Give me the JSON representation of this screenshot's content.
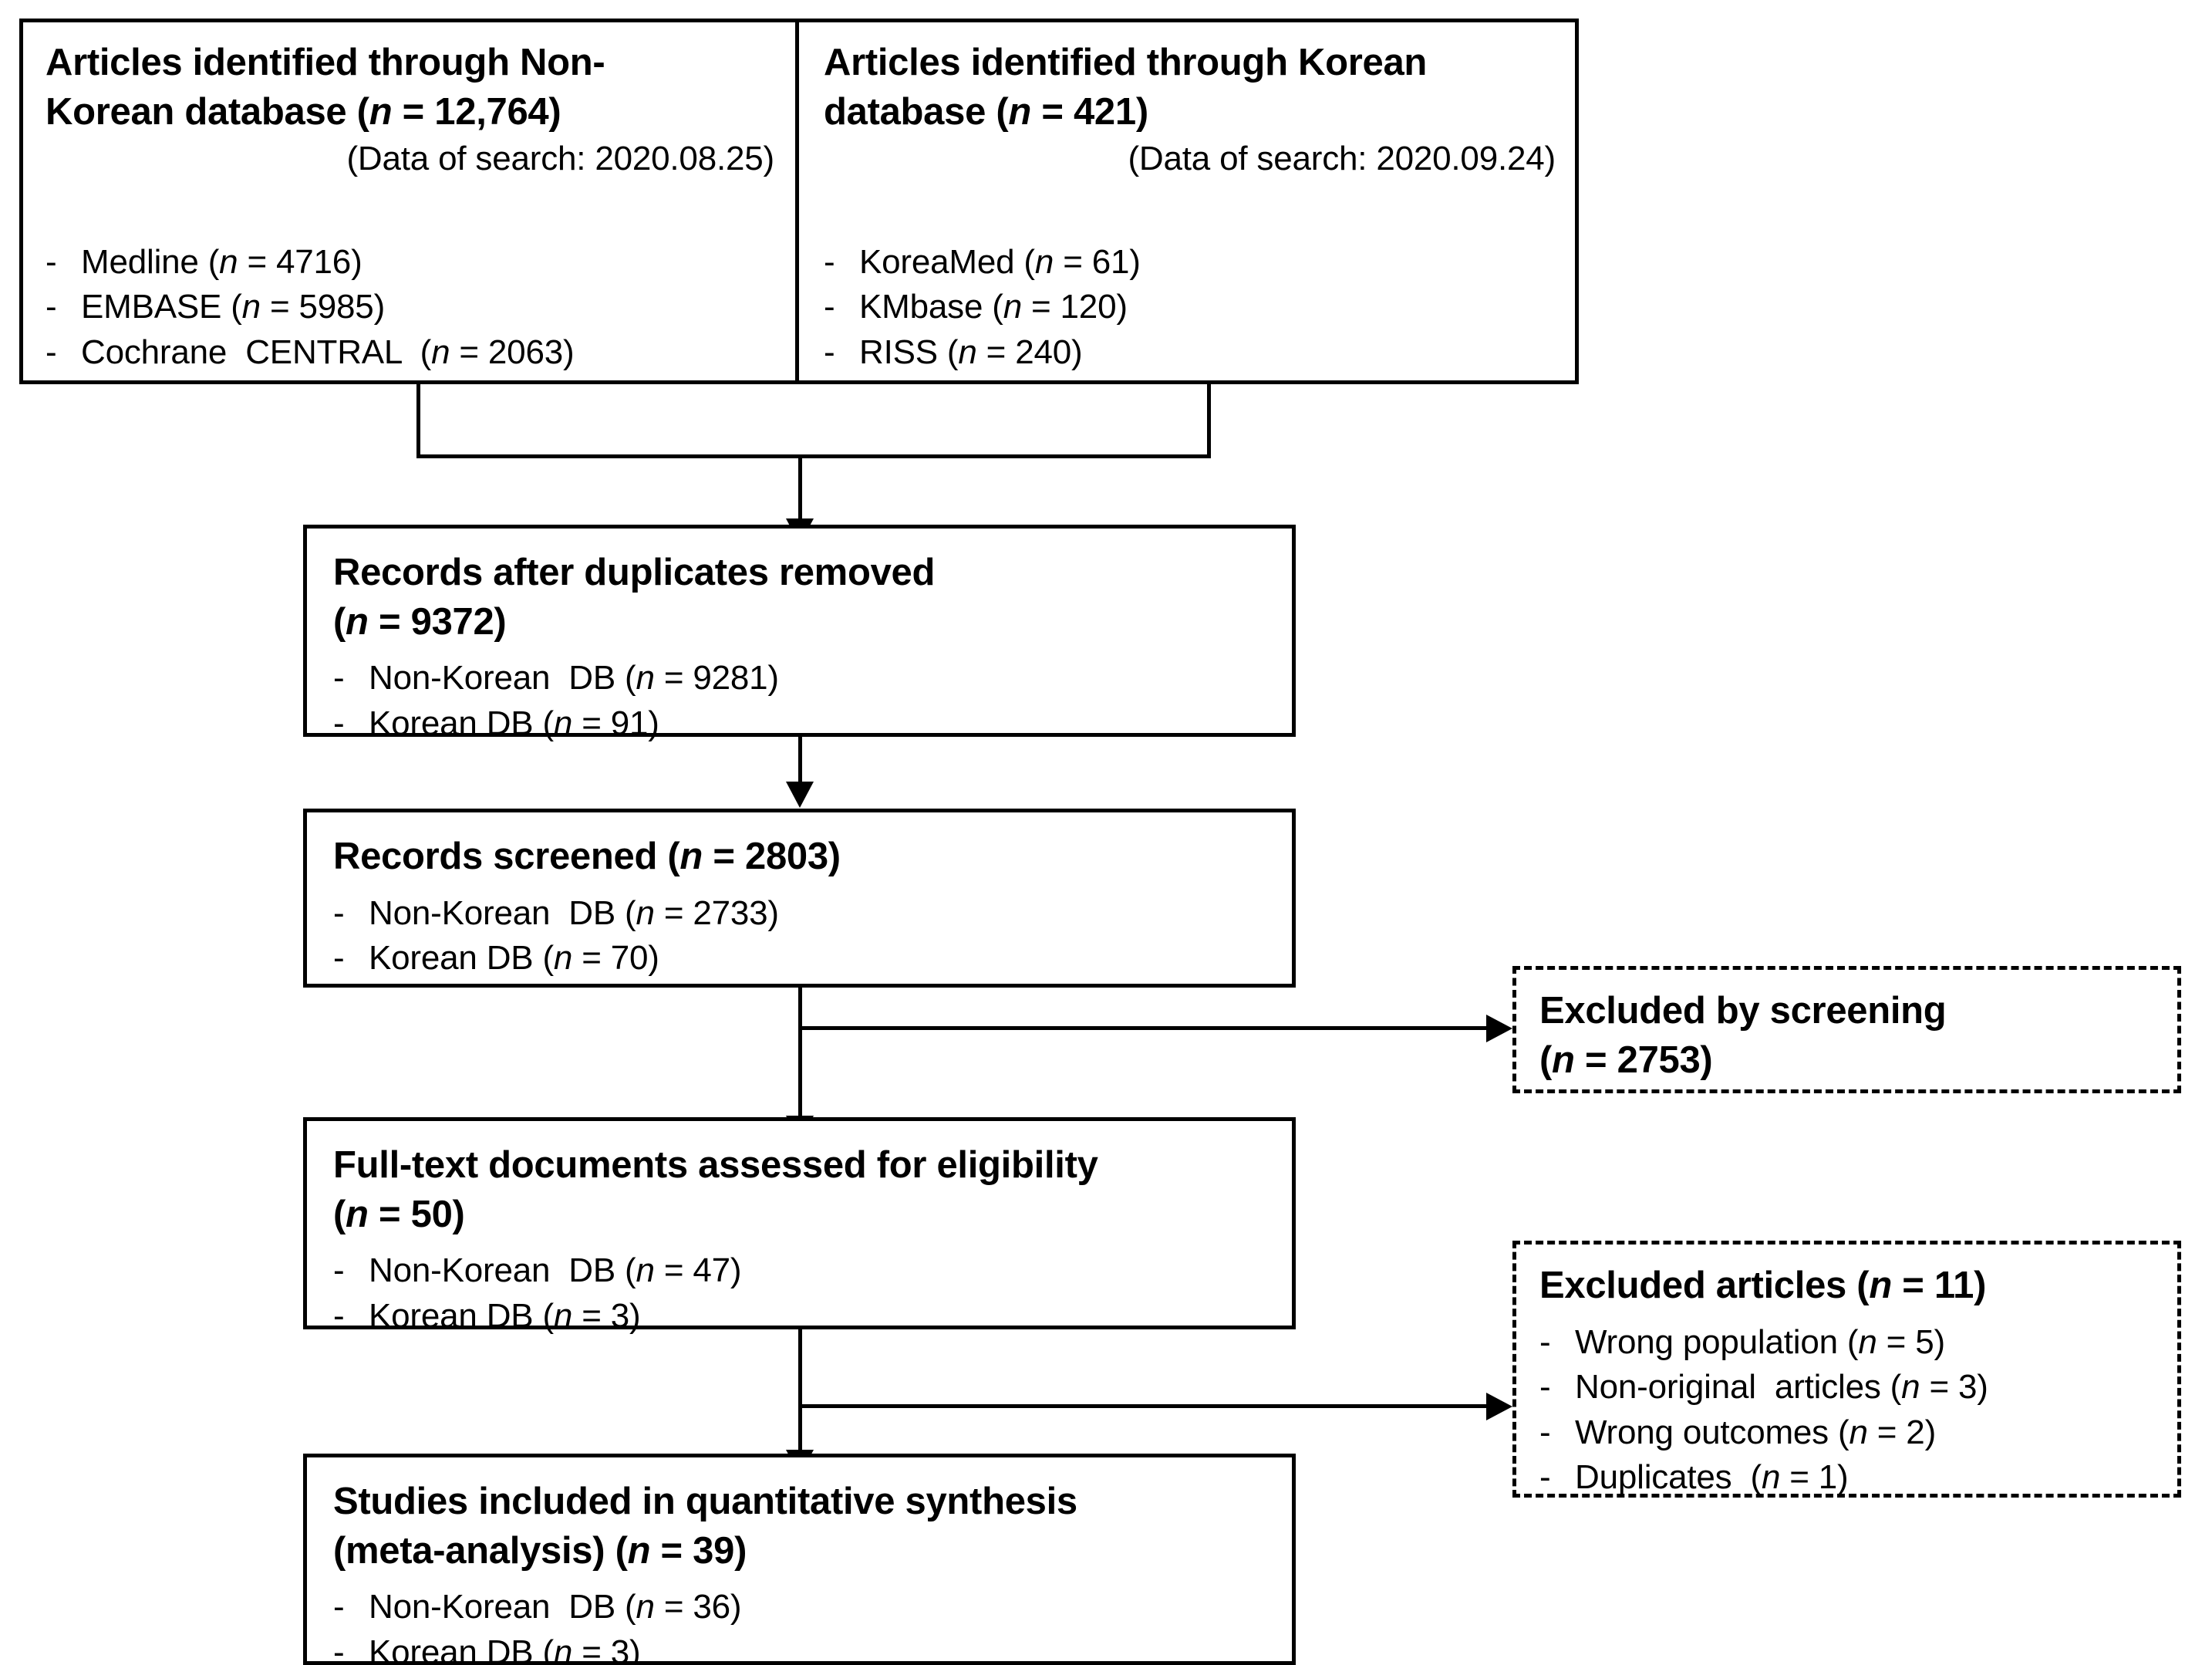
{
  "diagram": {
    "title": "PRISMA study selection flow diagram",
    "type": "prisma-flow",
    "colors": {
      "line": "#000000",
      "background": "#ffffff",
      "text": "#000000"
    }
  },
  "source_non_korean": {
    "header": "Articles identified through Non-Korean database (n = 12,764)",
    "header_line1": "Articles identified through Non-",
    "header_line2": "Korean database (",
    "header_n_italic": "n",
    "header_line2_tail": " = 12,764)",
    "search_date": "(Data of search: 2020.08.25)",
    "bullets": [
      {
        "dash": "-",
        "label": "Medline (",
        "n": "n",
        "value": " = 4716)"
      },
      {
        "dash": "-",
        "label": "EMBASE (",
        "n": "n",
        "value": " = 5985)"
      },
      {
        "dash": "-",
        "label": "Cochrane  CENTRAL  (",
        "n": "n",
        "value": " = 2063)"
      }
    ]
  },
  "source_korean": {
    "header": "Articles identified through Korean database (n = 421)",
    "header_line1": "Articles identified through Korean",
    "header_line2": "database (",
    "header_n_italic": "n",
    "header_line2_tail": " = 421)",
    "search_date": "(Data of search: 2020.09.24)",
    "bullets": [
      {
        "dash": "-",
        "label": "KoreaMed (",
        "n": "n",
        "value": " = 61)"
      },
      {
        "dash": "-",
        "label": "KMbase (",
        "n": "n",
        "value": " = 120)"
      },
      {
        "dash": "-",
        "label": "RISS (",
        "n": "n",
        "value": " = 240)"
      }
    ]
  },
  "duplicates_removed": {
    "header_line1": "Records after duplicates removed",
    "header_line2_open": "(",
    "header_n_italic": "n",
    "header_line2_tail": " = 9372)",
    "bullets": [
      {
        "dash": "-",
        "label": "Non-Korean  DB (",
        "n": "n",
        "value": " = 9281)"
      },
      {
        "dash": "-",
        "label": "Korean DB (",
        "n": "n",
        "value": " = 91)"
      }
    ]
  },
  "records_screened": {
    "header_line1": "Records screened (",
    "header_n_italic": "n",
    "header_line1_tail": " = 2803)",
    "bullets": [
      {
        "dash": "-",
        "label": "Non-Korean  DB (",
        "n": "n",
        "value": " = 2733)"
      },
      {
        "dash": "-",
        "label": "Korean DB (",
        "n": "n",
        "value": " = 70)"
      }
    ]
  },
  "excluded_screening": {
    "header_line1": "Excluded by screening",
    "header_line2_open": "(",
    "header_n_italic": "n",
    "header_line2_tail": " = 2753)"
  },
  "full_text": {
    "header_line1": "Full-text documents assessed for eligibility",
    "header_line2_open": "(",
    "header_n_italic": "n",
    "header_line2_tail": " = 50)",
    "bullets": [
      {
        "dash": "-",
        "label": "Non-Korean  DB (",
        "n": "n",
        "value": " = 47)"
      },
      {
        "dash": "-",
        "label": "Korean DB (",
        "n": "n",
        "value": " = 3)"
      }
    ]
  },
  "excluded_articles": {
    "header_line1": "Excluded articles (",
    "header_n_italic": "n",
    "header_line1_tail": " = 11)",
    "bullets": [
      {
        "dash": "-",
        "label": "Wrong population (",
        "n": "n",
        "value": " = 5)"
      },
      {
        "dash": "-",
        "label": "Non-original  articles (",
        "n": "n",
        "value": " = 3)"
      },
      {
        "dash": "-",
        "label": "Wrong outcomes (",
        "n": "n",
        "value": " = 2)"
      },
      {
        "dash": "-",
        "label": "Duplicates  (",
        "n": "n",
        "value": " = 1)"
      }
    ]
  },
  "included_studies": {
    "header_line1": "Studies included in quantitative synthesis",
    "header_line2_open": "(meta-analysis) (",
    "header_n_italic": "n",
    "header_line2_tail": " = 39)",
    "bullets": [
      {
        "dash": "-",
        "label": "Non-Korean  DB (",
        "n": "n",
        "value": " = 36)"
      },
      {
        "dash": "-",
        "label": "Korean DB (",
        "n": "n",
        "value": " = 3)"
      }
    ]
  },
  "chart_data": {
    "type": "table",
    "title": "PRISMA flow: study identification, screening, eligibility and inclusion",
    "stages": [
      {
        "stage": "Identification - Non-Korean database",
        "n": 12764,
        "search_date": "2020.08.25",
        "breakdown": [
          {
            "source": "Medline",
            "n": 4716
          },
          {
            "source": "EMBASE",
            "n": 5985
          },
          {
            "source": "Cochrane CENTRAL",
            "n": 2063
          }
        ]
      },
      {
        "stage": "Identification - Korean database",
        "n": 421,
        "search_date": "2020.09.24",
        "breakdown": [
          {
            "source": "KoreaMed",
            "n": 61
          },
          {
            "source": "KMbase",
            "n": 120
          },
          {
            "source": "RISS",
            "n": 240
          }
        ]
      },
      {
        "stage": "Records after duplicates removed",
        "n": 9372,
        "breakdown": [
          {
            "source": "Non-Korean DB",
            "n": 9281
          },
          {
            "source": "Korean DB",
            "n": 91
          }
        ]
      },
      {
        "stage": "Records screened",
        "n": 2803,
        "breakdown": [
          {
            "source": "Non-Korean DB",
            "n": 2733
          },
          {
            "source": "Korean DB",
            "n": 70
          }
        ]
      },
      {
        "stage": "Excluded by screening",
        "n": 2753,
        "breakdown": []
      },
      {
        "stage": "Full-text documents assessed for eligibility",
        "n": 50,
        "breakdown": [
          {
            "source": "Non-Korean DB",
            "n": 47
          },
          {
            "source": "Korean DB",
            "n": 3
          }
        ]
      },
      {
        "stage": "Excluded articles",
        "n": 11,
        "breakdown": [
          {
            "source": "Wrong population",
            "n": 5
          },
          {
            "source": "Non-original articles",
            "n": 3
          },
          {
            "source": "Wrong outcomes",
            "n": 2
          },
          {
            "source": "Duplicates",
            "n": 1
          }
        ]
      },
      {
        "stage": "Studies included in quantitative synthesis (meta-analysis)",
        "n": 39,
        "breakdown": [
          {
            "source": "Non-Korean DB",
            "n": 36
          },
          {
            "source": "Korean DB",
            "n": 3
          }
        ]
      }
    ]
  }
}
